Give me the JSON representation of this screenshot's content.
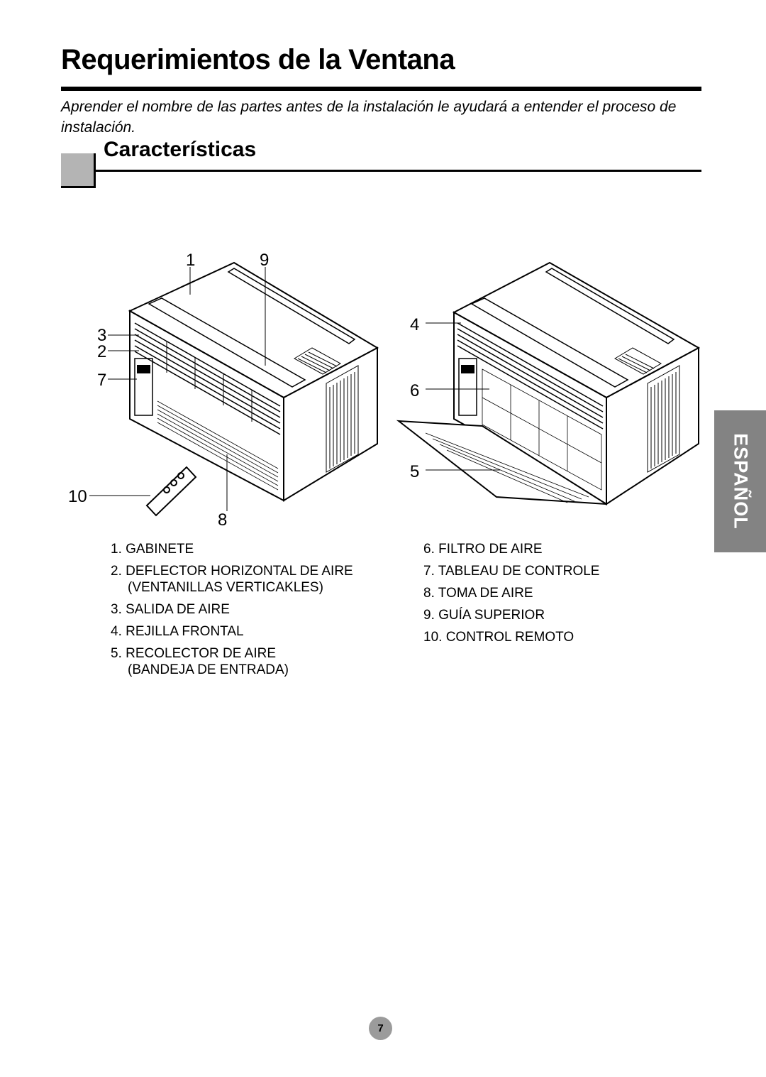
{
  "header": {
    "title": "Requerimientos de la Ventana",
    "intro": "Aprender el nombre de las partes antes de la instalación le ayudará a entender el proceso de instalación."
  },
  "section": {
    "title": "Características"
  },
  "callouts": {
    "n1": "1",
    "n2": "2",
    "n3": "3",
    "n4": "4",
    "n5": "5",
    "n6": "6",
    "n7": "7",
    "n8": "8",
    "n9": "9",
    "n10": "10"
  },
  "parts": {
    "left": [
      {
        "line1": "1. GABINETE",
        "line2": ""
      },
      {
        "line1": "2. DEFLECTOR HORIZONTAL DE AIRE",
        "line2": "(VENTANILLAS VERTICAKLES)"
      },
      {
        "line1": "3. SALIDA DE AIRE",
        "line2": ""
      },
      {
        "line1": "4. REJILLA FRONTAL",
        "line2": ""
      },
      {
        "line1": "5. RECOLECTOR DE AIRE",
        "line2": "(BANDEJA DE ENTRADA)"
      }
    ],
    "right": [
      {
        "line1": "6. FILTRO DE AIRE"
      },
      {
        "line1": "7. TABLEAU DE CONTROLE"
      },
      {
        "line1": "8. TOMA DE AIRE"
      },
      {
        "line1": "9. GUÍA SUPERIOR"
      },
      {
        "line1": "10. CONTROL REMOTO"
      }
    ]
  },
  "language_tab": "ESPAÑOL",
  "page_number": "7"
}
